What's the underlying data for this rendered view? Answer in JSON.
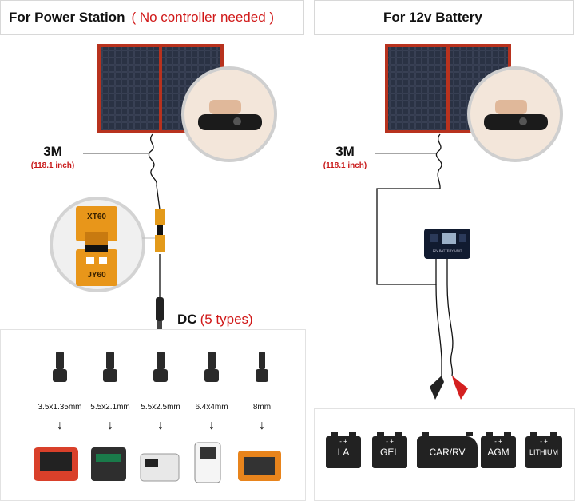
{
  "left": {
    "header_title": "For Power Station",
    "header_note": "( No controller needed )",
    "cable_length": "3M",
    "cable_length_inch": "(118.1 inch)",
    "connector_top": "XT60",
    "connector_bottom": "JY60",
    "dc_label": "DC",
    "dc_types": "(5 types)",
    "plug_sizes": [
      "3.5x1.35mm",
      "5.5x2.1mm",
      "5.5x2.5mm",
      "6.4x4mm",
      "8mm"
    ]
  },
  "right": {
    "header_title": "For 12v Battery",
    "cable_length": "3M",
    "cable_length_inch": "(118.1 inch)",
    "controller_label": "12V BATTERY UNIT",
    "battery_types": [
      "LA",
      "GEL",
      "CAR/RV",
      "AGM",
      "LITHIUM"
    ],
    "battery_symbols": "- +"
  },
  "colors": {
    "accent_red": "#d01818",
    "panel_frame": "#b8321e",
    "cell_dark": "#1d2230"
  }
}
